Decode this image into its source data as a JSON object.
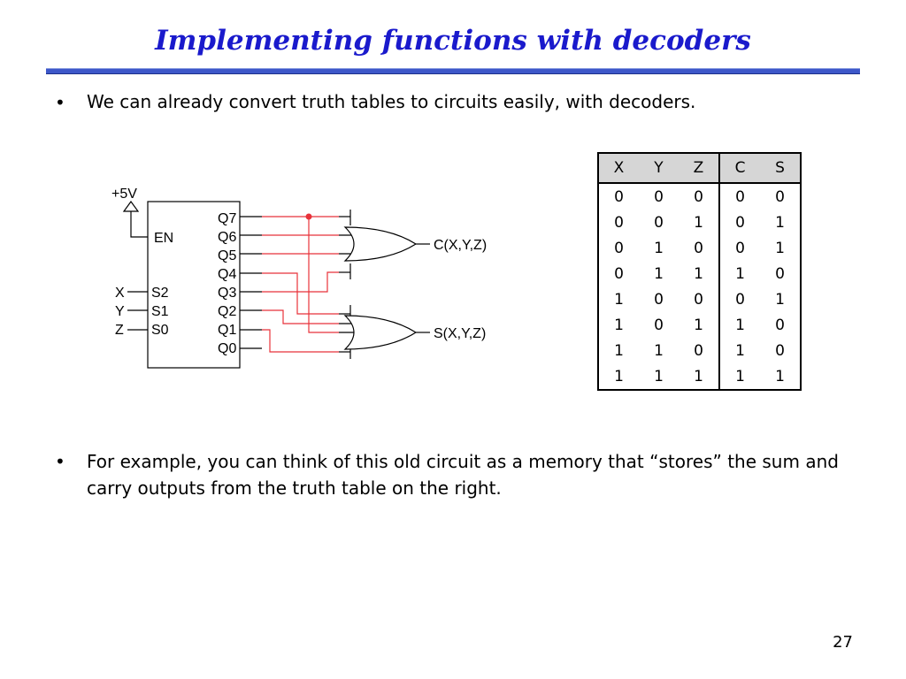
{
  "slide": {
    "title": "Implementing functions with decoders",
    "bullets": [
      "We can already convert truth tables to circuits easily, with decoders.",
      "For example, you can think of this old circuit as a memory that “stores” the sum and carry outputs from the truth table on the right."
    ],
    "bullet_symbol": "•",
    "page_number": "27"
  },
  "diagram": {
    "vcc_label": "+5V",
    "enable_label": "EN",
    "input_pins": [
      "S2",
      "S1",
      "S0"
    ],
    "input_names": [
      "X",
      "Y",
      "Z"
    ],
    "output_pins": [
      "Q7",
      "Q6",
      "Q5",
      "Q4",
      "Q3",
      "Q2",
      "Q1",
      "Q0"
    ],
    "carry_label": "C(X,Y,Z)",
    "sum_label": "S(X,Y,Z)",
    "wire_color": "#e8323a"
  },
  "truth_table": {
    "headers": [
      "X",
      "Y",
      "Z",
      "C",
      "S"
    ],
    "rows": [
      [
        "0",
        "0",
        "0",
        "0",
        "0"
      ],
      [
        "0",
        "0",
        "1",
        "0",
        "1"
      ],
      [
        "0",
        "1",
        "0",
        "0",
        "1"
      ],
      [
        "0",
        "1",
        "1",
        "1",
        "0"
      ],
      [
        "1",
        "0",
        "0",
        "0",
        "1"
      ],
      [
        "1",
        "0",
        "1",
        "1",
        "0"
      ],
      [
        "1",
        "1",
        "0",
        "1",
        "0"
      ],
      [
        "1",
        "1",
        "1",
        "1",
        "1"
      ]
    ]
  }
}
